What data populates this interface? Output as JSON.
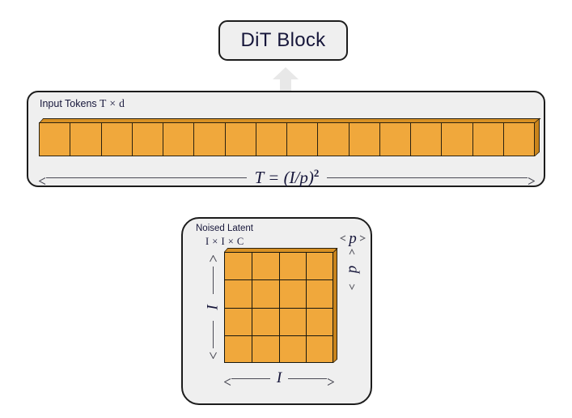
{
  "diagram": {
    "title": "DiT patchify diagram",
    "background": "#ffffff",
    "accent_color": "#f0a83c",
    "panel_color": "#efefef",
    "border_color": "#1c1c1c"
  },
  "dit_block": {
    "label": "DiT Block"
  },
  "flow_arrow": {
    "icon": "arrow-up-icon",
    "direction": "up"
  },
  "tokens_panel": {
    "title_text": "Input Tokens",
    "title_math": "T × d",
    "cell_count": 16,
    "measure": {
      "label_main": "T = (I/p)",
      "label_exponent": "2",
      "left_arrow_icon": "arrow-left-icon",
      "right_arrow_icon": "arrow-right-icon"
    }
  },
  "latent_panel": {
    "title": "Noised Latent",
    "subtitle": "I × I × C",
    "grid": {
      "rows": 4,
      "cols": 4
    },
    "measure_vertical": {
      "label": "I",
      "up_arrow_icon": "arrow-up-icon",
      "down_arrow_icon": "arrow-down-icon"
    },
    "measure_horizontal": {
      "label": "I",
      "left_arrow_icon": "arrow-left-icon",
      "right_arrow_icon": "arrow-right-icon"
    },
    "patch_width": {
      "label": "p",
      "left_arrow_icon": "arrow-left-icon",
      "right_arrow_icon": "arrow-right-icon"
    },
    "patch_height": {
      "label": "p",
      "up_arrow_icon": "arrow-up-icon",
      "down_arrow_icon": "arrow-down-icon"
    }
  }
}
